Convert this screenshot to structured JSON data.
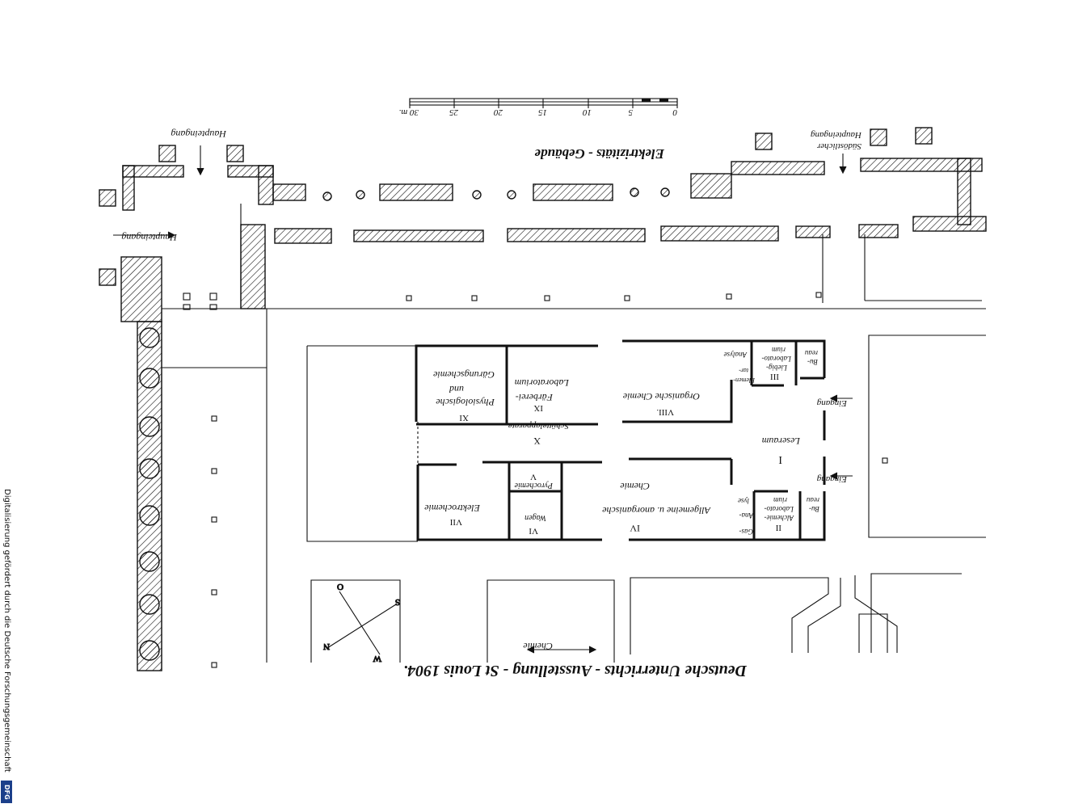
{
  "title": "Deutsche Unterrichts - Ausstellung - St Louis 1904.",
  "building_label": "Elektrizitäts - Gebäude",
  "entrances": {
    "haupteingang_top": "Haupteingang",
    "haupteingang_left": "Haupteingang",
    "suedoestlicher_label": "Südöstlicher",
    "suedoestlicher_haupteingang": "Haupteingang",
    "eingang_upper": "Eingang",
    "eingang_lower": "Eingang"
  },
  "scale_bar": {
    "ticks": [
      "0",
      "5",
      "10",
      "15",
      "20",
      "25",
      "30 m."
    ]
  },
  "rooms": {
    "I": {
      "numeral": "I",
      "name": "Leseraum"
    },
    "II": {
      "numeral": "II",
      "name_lines": [
        "Alchemie-",
        "Laborato-",
        "rium"
      ]
    },
    "III": {
      "numeral": "III",
      "name_lines": [
        "Liebig-",
        "Laborato-",
        "rium"
      ]
    },
    "IV": {
      "numeral": "IV",
      "name_lines": [
        "Allgemeine u. anorganische",
        "Chemie"
      ]
    },
    "V": {
      "numeral": "V",
      "name": "Pyrochemie"
    },
    "VI": {
      "numeral": "VI",
      "name": "Wagen"
    },
    "VII": {
      "numeral": "VII",
      "name": "Elektrochemie"
    },
    "VIII": {
      "numeral": "VIII.",
      "name": "Organische Chemie"
    },
    "IX": {
      "numeral": "IX",
      "name_lines": [
        "Laboratorium",
        "Färberei-"
      ]
    },
    "X": {
      "numeral": "X",
      "name": "Schüttelapparate"
    },
    "XI": {
      "numeral": "XI",
      "name_lines": [
        "Physiologische",
        "und",
        "Gärungschemie"
      ]
    }
  },
  "small_labels": {
    "bureau_left": [
      "Bu-",
      "reau"
    ],
    "bureau_right": [
      "Bu-",
      "reau"
    ],
    "gas_analyse": [
      "Gas-",
      "Ana-",
      "lyse"
    ],
    "elementar_analyse": [
      "Elemen-",
      "tar-",
      "Analyse"
    ],
    "chemie_arrow": "Chemie"
  },
  "compass": {
    "O": "O",
    "S": "S",
    "N": "N",
    "W": "W"
  },
  "sidebar_note": "Digitalisierung gefördert durch die Deutsche Forschungsgemeinschaft",
  "logo_text": "DFG"
}
